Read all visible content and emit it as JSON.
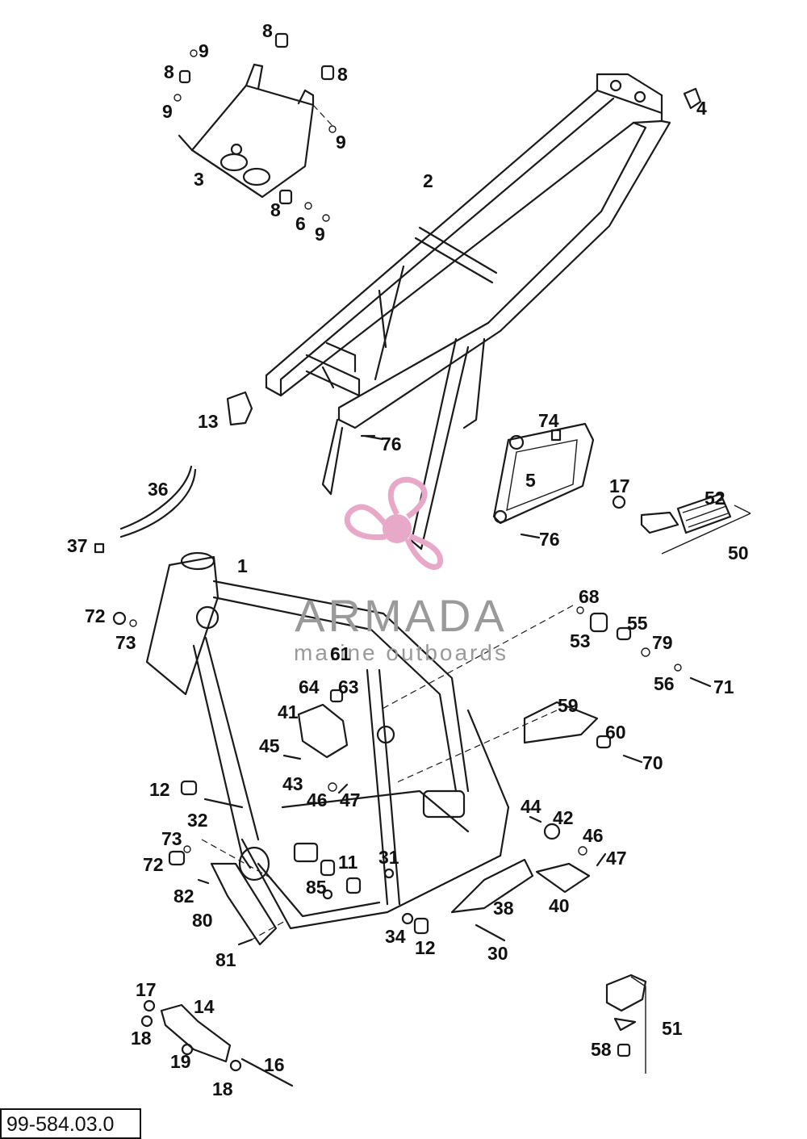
{
  "diagram": {
    "drawing_code": "99-584.03.0",
    "watermark": {
      "brand": "ARMADA",
      "tagline": "marine outboards",
      "logo": "propeller-logo",
      "logo_color": "#e8a9c9"
    },
    "callouts": [
      {
        "id": "c-8a",
        "text": "8"
      },
      {
        "id": "c-9a",
        "text": "9"
      },
      {
        "id": "c-8b",
        "text": "8"
      },
      {
        "id": "c-8c",
        "text": "8"
      },
      {
        "id": "c-9b",
        "text": "9"
      },
      {
        "id": "c-9c",
        "text": "9"
      },
      {
        "id": "c-3",
        "text": "3"
      },
      {
        "id": "c-8d",
        "text": "8"
      },
      {
        "id": "c-6",
        "text": "6"
      },
      {
        "id": "c-9d",
        "text": "9"
      },
      {
        "id": "c-2",
        "text": "2"
      },
      {
        "id": "c-4",
        "text": "4"
      },
      {
        "id": "c-13",
        "text": "13"
      },
      {
        "id": "c-76a",
        "text": "76"
      },
      {
        "id": "c-74",
        "text": "74"
      },
      {
        "id": "c-5",
        "text": "5"
      },
      {
        "id": "c-76b",
        "text": "76"
      },
      {
        "id": "c-17a",
        "text": "17"
      },
      {
        "id": "c-52",
        "text": "52"
      },
      {
        "id": "c-50",
        "text": "50"
      },
      {
        "id": "c-36",
        "text": "36"
      },
      {
        "id": "c-37",
        "text": "37"
      },
      {
        "id": "c-1",
        "text": "1"
      },
      {
        "id": "c-72a",
        "text": "72"
      },
      {
        "id": "c-73a",
        "text": "73"
      },
      {
        "id": "c-68",
        "text": "68"
      },
      {
        "id": "c-55",
        "text": "55"
      },
      {
        "id": "c-53",
        "text": "53"
      },
      {
        "id": "c-79",
        "text": "79"
      },
      {
        "id": "c-61",
        "text": "61"
      },
      {
        "id": "c-56",
        "text": "56"
      },
      {
        "id": "c-71",
        "text": "71"
      },
      {
        "id": "c-64",
        "text": "64"
      },
      {
        "id": "c-63",
        "text": "63"
      },
      {
        "id": "c-59",
        "text": "59"
      },
      {
        "id": "c-41",
        "text": "41"
      },
      {
        "id": "c-60",
        "text": "60"
      },
      {
        "id": "c-45",
        "text": "45"
      },
      {
        "id": "c-70",
        "text": "70"
      },
      {
        "id": "c-43",
        "text": "43"
      },
      {
        "id": "c-46a",
        "text": "46"
      },
      {
        "id": "c-47a",
        "text": "47"
      },
      {
        "id": "c-12a",
        "text": "12"
      },
      {
        "id": "c-32",
        "text": "32"
      },
      {
        "id": "c-44",
        "text": "44"
      },
      {
        "id": "c-42",
        "text": "42"
      },
      {
        "id": "c-46b",
        "text": "46"
      },
      {
        "id": "c-47b",
        "text": "47"
      },
      {
        "id": "c-73b",
        "text": "73"
      },
      {
        "id": "c-72b",
        "text": "72"
      },
      {
        "id": "c-11",
        "text": "11"
      },
      {
        "id": "c-31",
        "text": "31"
      },
      {
        "id": "c-82",
        "text": "82"
      },
      {
        "id": "c-85",
        "text": "85"
      },
      {
        "id": "c-38",
        "text": "38"
      },
      {
        "id": "c-40",
        "text": "40"
      },
      {
        "id": "c-80",
        "text": "80"
      },
      {
        "id": "c-34",
        "text": "34"
      },
      {
        "id": "c-12b",
        "text": "12"
      },
      {
        "id": "c-30",
        "text": "30"
      },
      {
        "id": "c-81",
        "text": "81"
      },
      {
        "id": "c-17b",
        "text": "17"
      },
      {
        "id": "c-14",
        "text": "14"
      },
      {
        "id": "c-18a",
        "text": "18"
      },
      {
        "id": "c-19",
        "text": "19"
      },
      {
        "id": "c-16",
        "text": "16"
      },
      {
        "id": "c-18b",
        "text": "18"
      },
      {
        "id": "c-51",
        "text": "51"
      },
      {
        "id": "c-58",
        "text": "58"
      }
    ]
  }
}
